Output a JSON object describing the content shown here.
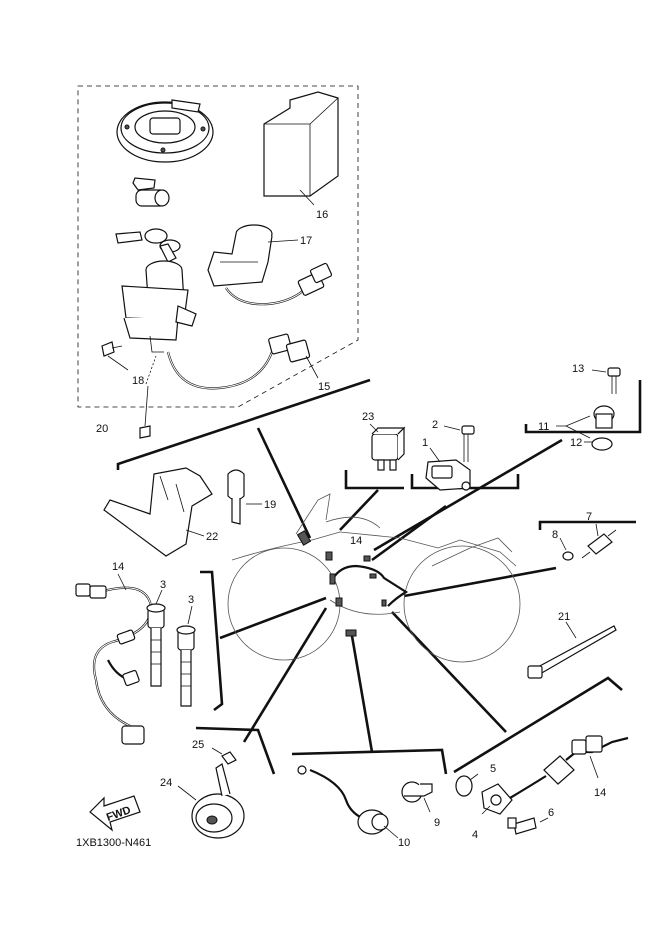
{
  "diagram": {
    "drawing_code": "1XB1300-N461",
    "fwd_label": "FWD",
    "callouts": [
      {
        "id": "c1",
        "text": "1"
      },
      {
        "id": "c2",
        "text": "2"
      },
      {
        "id": "c3a",
        "text": "3"
      },
      {
        "id": "c3b",
        "text": "3"
      },
      {
        "id": "c4",
        "text": "4"
      },
      {
        "id": "c5",
        "text": "5"
      },
      {
        "id": "c6",
        "text": "6"
      },
      {
        "id": "c7",
        "text": "7"
      },
      {
        "id": "c8",
        "text": "8"
      },
      {
        "id": "c9",
        "text": "9"
      },
      {
        "id": "c10",
        "text": "10"
      },
      {
        "id": "c11",
        "text": "11"
      },
      {
        "id": "c12",
        "text": "12"
      },
      {
        "id": "c13",
        "text": "13"
      },
      {
        "id": "c14a",
        "text": "14"
      },
      {
        "id": "c14b",
        "text": "14"
      },
      {
        "id": "c14c",
        "text": "14"
      },
      {
        "id": "c15",
        "text": "15"
      },
      {
        "id": "c16",
        "text": "16"
      },
      {
        "id": "c17",
        "text": "17"
      },
      {
        "id": "c18",
        "text": "18"
      },
      {
        "id": "c19",
        "text": "19"
      },
      {
        "id": "c20",
        "text": "20"
      },
      {
        "id": "c21",
        "text": "21"
      },
      {
        "id": "c22",
        "text": "22"
      },
      {
        "id": "c23",
        "text": "23"
      },
      {
        "id": "c24",
        "text": "24"
      },
      {
        "id": "c25",
        "text": "25"
      }
    ]
  }
}
